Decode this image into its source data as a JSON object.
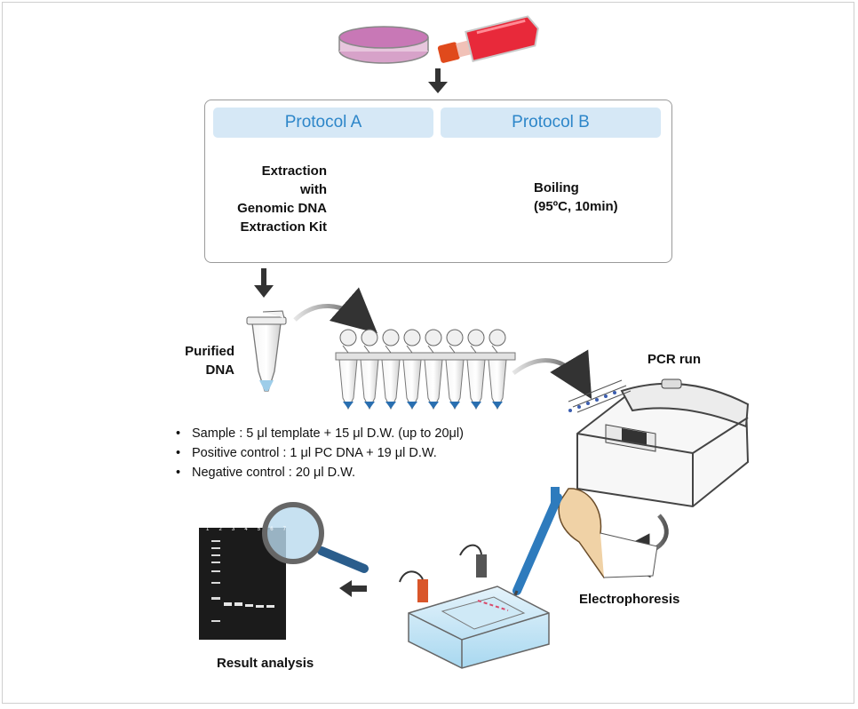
{
  "protocol_a": {
    "title": "Protocol A",
    "label_lines": [
      "Extraction",
      "with",
      "Genomic DNA",
      "Extraction Kit"
    ]
  },
  "protocol_b": {
    "title": "Protocol B",
    "label_lines": [
      "Boiling",
      "(95ºC, 10min)"
    ]
  },
  "purified_dna": {
    "label_lines": [
      "Purified",
      "DNA"
    ]
  },
  "pcr": {
    "label": "PCR run"
  },
  "electrophoresis": {
    "label": "Electrophoresis"
  },
  "result": {
    "label": "Result analysis"
  },
  "reaction_setup": [
    "Sample : 5 μl template + 15 μl D.W. (up to 20μl)",
    "Positive control : 1 μl PC DNA + 19 μl D.W.",
    "Negative control : 20 μl D.W."
  ],
  "gel_lane_numbers": [
    "1",
    "2",
    "3",
    "4",
    "5",
    "6",
    "7"
  ],
  "colors": {
    "protocol_header_bg": "#d6e8f6",
    "protocol_header_text": "#2d86c9",
    "culture_red": "#e8293a",
    "gel_bg": "#1b1b1b"
  }
}
